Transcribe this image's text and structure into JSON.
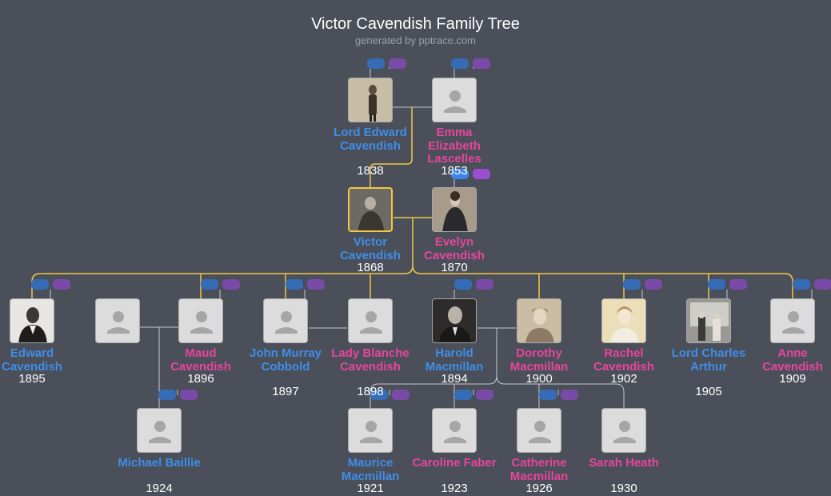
{
  "header": {
    "title": "Victor Cavendish Family Tree",
    "subtitle": "generated by pptrace.com"
  },
  "people": {
    "edward_sr": {
      "name": "Lord Edward Cavendish",
      "year": "1838"
    },
    "emma": {
      "name": "Emma Elizabeth Lascelles",
      "year": "1853"
    },
    "victor": {
      "name": "Victor Cavendish",
      "year": "1868"
    },
    "evelyn": {
      "name": "Evelyn Cavendish",
      "year": "1870"
    },
    "edward": {
      "name": "Edward Cavendish",
      "year": "1895"
    },
    "maud": {
      "name": "Maud Cavendish",
      "year": "1896"
    },
    "john": {
      "name": "John Murray Cobbold",
      "year": "1897"
    },
    "blanche": {
      "name": "Lady Blanche Cavendish",
      "year": "1898"
    },
    "harold": {
      "name": "Harold Macmillan",
      "year": "1894"
    },
    "dorothy": {
      "name": "Dorothy Macmillan",
      "year": "1900"
    },
    "rachel": {
      "name": "Rachel Cavendish",
      "year": "1902"
    },
    "charles": {
      "name": "Lord Charles Arthur",
      "year": "1905"
    },
    "anne": {
      "name": "Anne Cavendish",
      "year": "1909"
    },
    "michael": {
      "name": "Michael Baillie",
      "year": "1924"
    },
    "maurice": {
      "name": "Maurice Macmillan",
      "year": "1921"
    },
    "caroline": {
      "name": "Caroline Faber",
      "year": "1923"
    },
    "catherine": {
      "name": "Catherine Macmillan",
      "year": "1926"
    },
    "sarah": {
      "name": "Sarah Heath",
      "year": "1930"
    }
  },
  "colors": {
    "male": "#3f8ee8",
    "female": "#e8459b",
    "highlight_line": "#f2c744",
    "line": "#c8c8c8",
    "background": "#4a4f5a"
  },
  "icons": {
    "placeholder": "person-silhouette-icon",
    "expand": "expand-pill-icon"
  }
}
